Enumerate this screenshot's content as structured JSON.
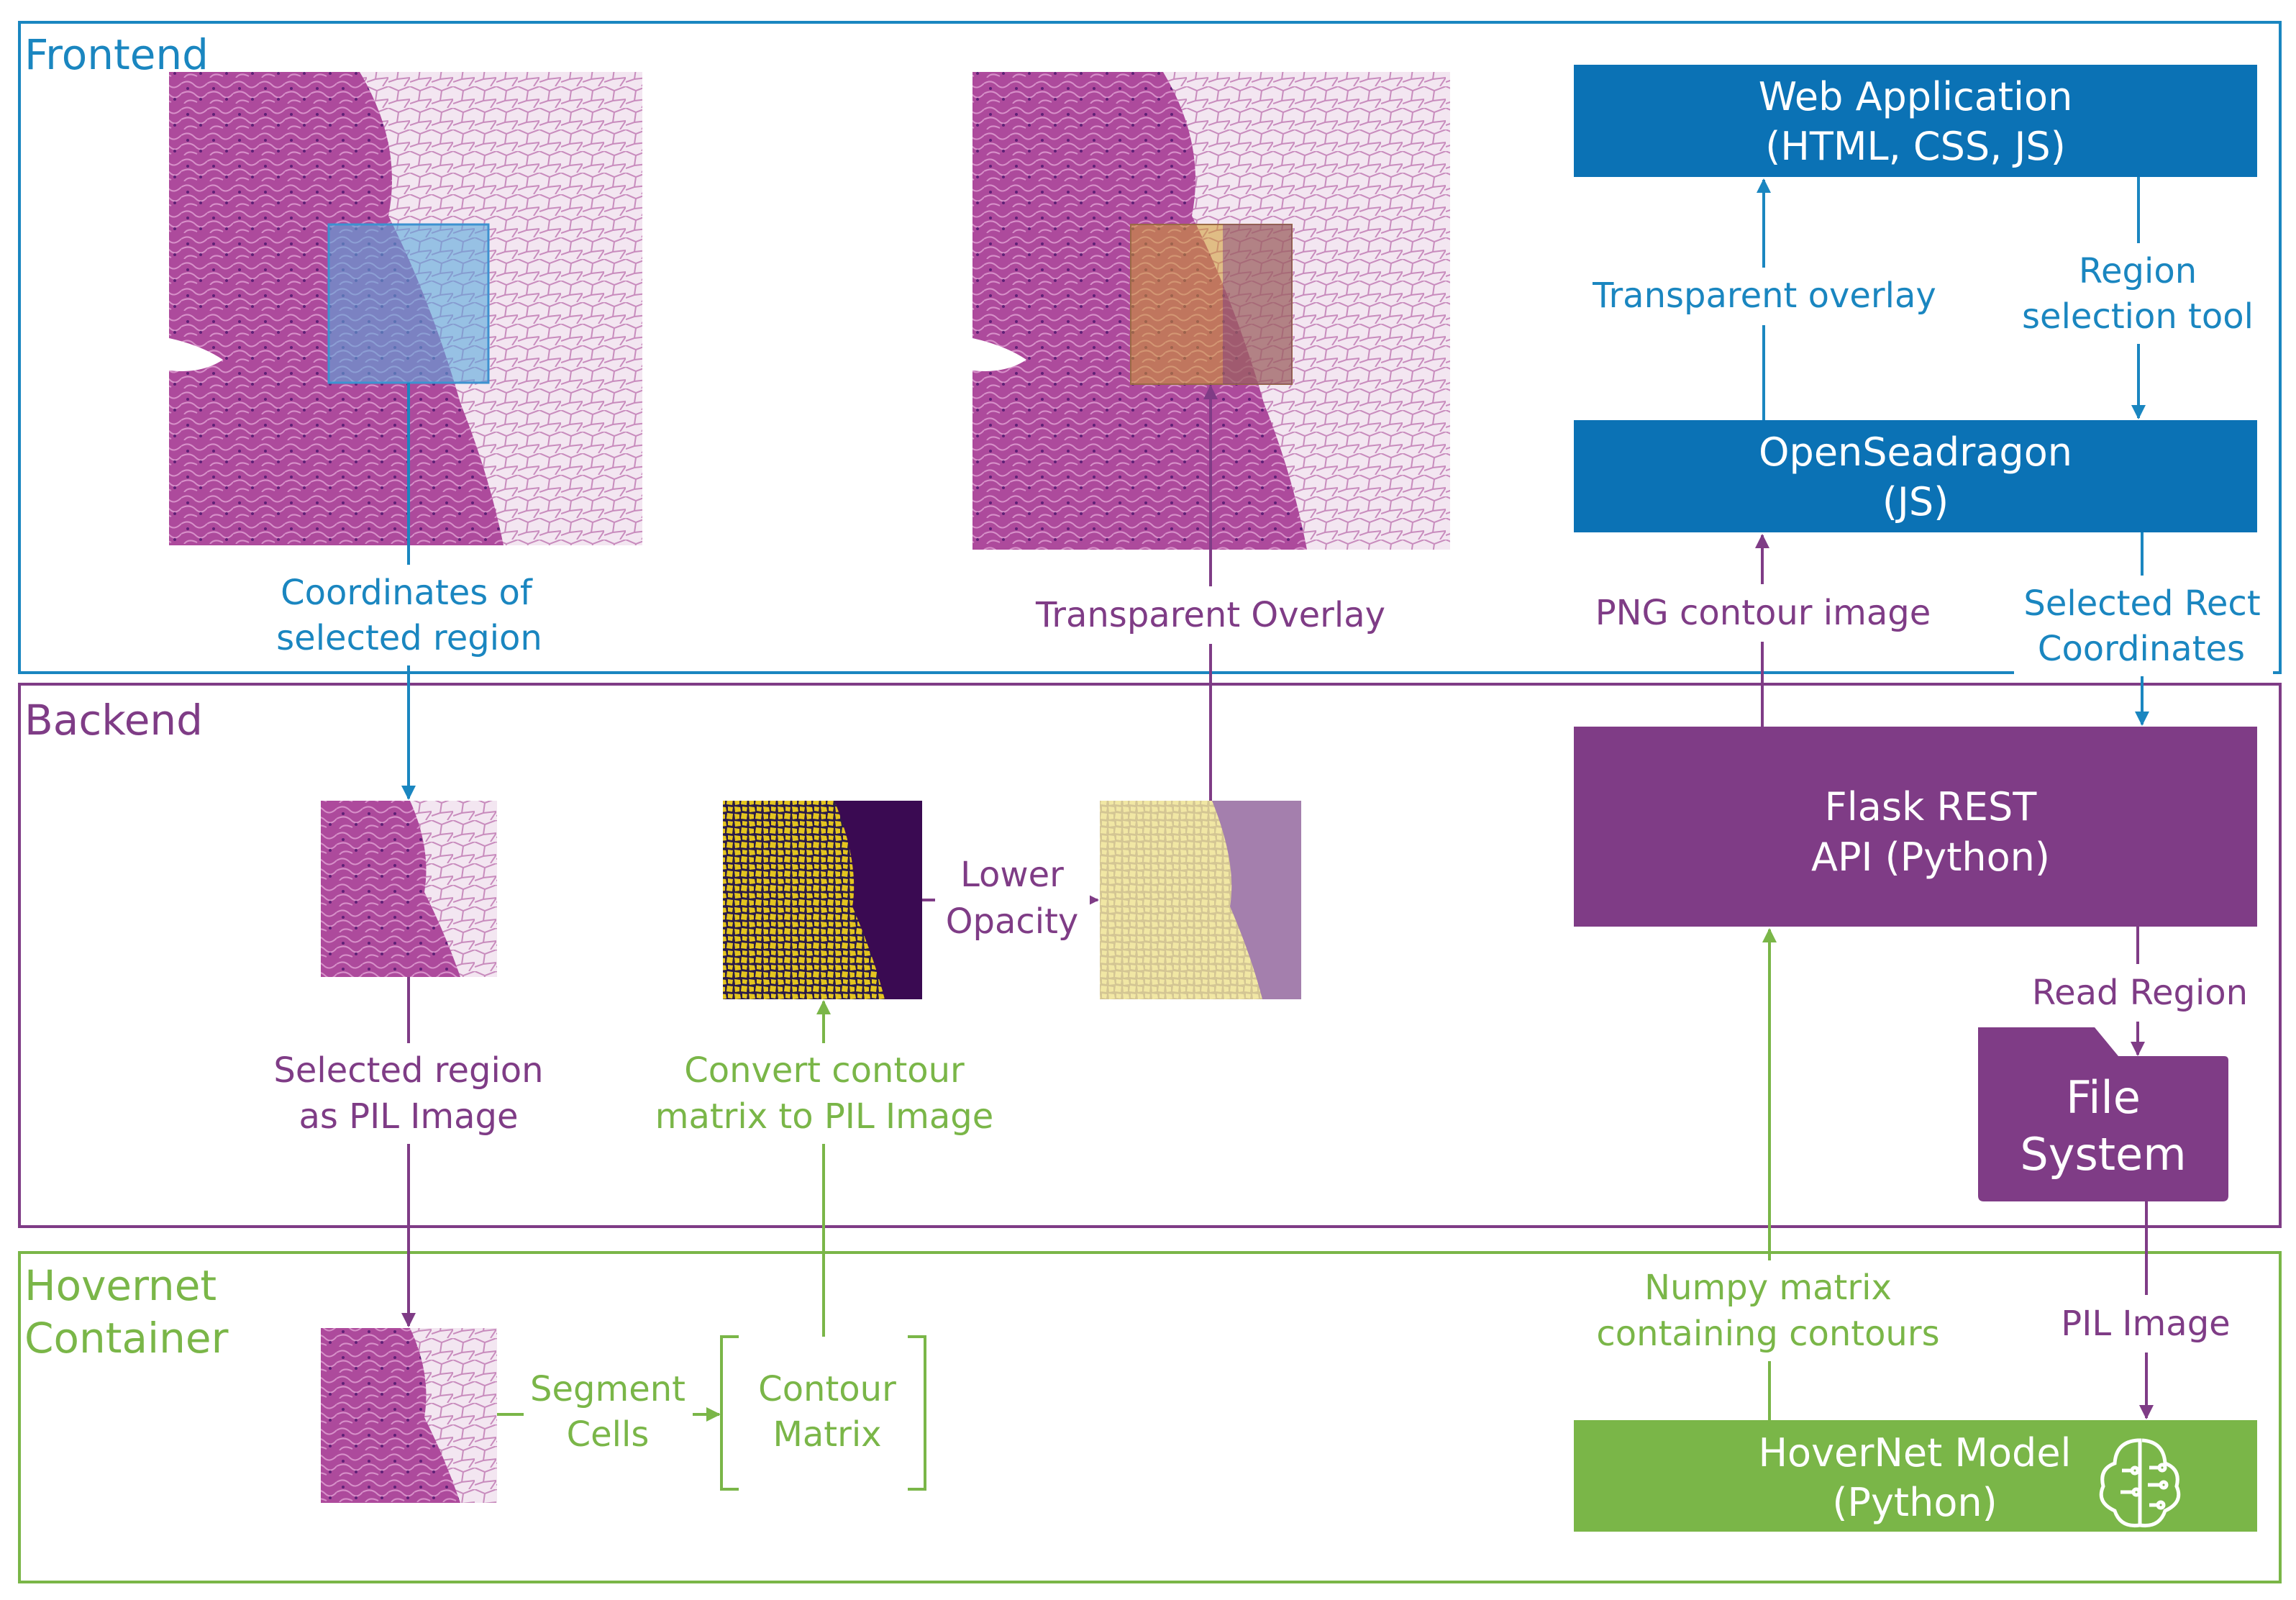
{
  "sections": {
    "frontend": "Frontend",
    "backend": "Backend",
    "hovernet_line1": "Hovernet",
    "hovernet_line2": "Container"
  },
  "boxes": {
    "web_app_line1": "Web Application",
    "web_app_line2": "(HTML, CSS, JS)",
    "openseadragon_line1": "OpenSeadragon",
    "openseadragon_line2": "(JS)",
    "flask_line1": "Flask REST",
    "flask_line2": "API (Python)",
    "file_system_line1": "File",
    "file_system_line2": "System",
    "hovernet_line1": "HoverNet Model",
    "hovernet_line2": "(Python)"
  },
  "labels": {
    "coords_line1": "Coordinates of",
    "coords_line2": "selected region",
    "transparent_overlay_left": "Transparent Overlay",
    "transparent_overlay_right": "Transparent overlay",
    "region_tool_line1": "Region",
    "region_tool_line2": "selection tool",
    "png_contour": "PNG contour image",
    "selected_rect_line1": "Selected Rect",
    "selected_rect_line2": "Coordinates",
    "lower_opacity_line1": "Lower",
    "lower_opacity_line2": "Opacity",
    "selected_pil_line1": "Selected region",
    "selected_pil_line2": "as PIL Image",
    "convert_line1": "Convert contour",
    "convert_line2": "matrix to PIL Image",
    "read_region": "Read Region",
    "segment_line1": "Segment",
    "segment_line2": "Cells",
    "contour_line1": "Contour",
    "contour_line2": "Matrix",
    "numpy_line1": "Numpy matrix",
    "numpy_line2": "containing contours",
    "pil_image": "PIL Image"
  },
  "icons": {
    "model": "brain-circuit-icon"
  },
  "colors": {
    "frontend": "#1a86c0",
    "box_blue": "#0b72b5",
    "backend": "#7f3c86",
    "box_purple": "#7f3c86",
    "hovernet": "#7ab648",
    "box_green": "#7ab648"
  }
}
